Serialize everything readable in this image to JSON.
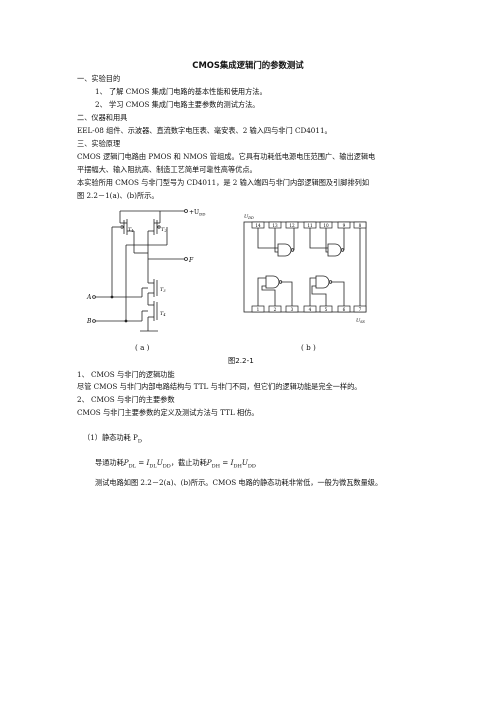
{
  "title": "CMOS集成逻辑门的参数测试",
  "sections": {
    "s1_heading": "一、实验目的",
    "s1_item1": "1、 了解 CMOS 集成门电路的基本性能和使用方法。",
    "s1_item2": "2、 学习 CMOS 集成门电路主要参数的测试方法。",
    "s2_heading": "二、仪器和用具",
    "s2_body": "EEL-08 组件、示波器、直流数字电压表、毫安表、2 输入四与非门 CD4011。",
    "s3_heading": "三、实验原理",
    "s3_p1_line1": "CMOS 逻辑门电路由 PMOS 和 NMOS 管组成。它具有功耗低电源电压范围广、输出逻辑电",
    "s3_p1_line2": "平摆幅大、输入阻抗高、制造工艺简单可靠性高等优点。",
    "s3_p2_line1": "本实验所用 CMOS 与非门型号为 CD4011，是 2 输入端四与非门内部逻辑图及引脚排列如",
    "s3_p2_line2": "图 2.2－1(a)、(b)所示。"
  },
  "figure": {
    "label_a": "( a )",
    "label_b": "( b )",
    "caption": "图2.2-1",
    "circuit_a": {
      "vdd": "+U",
      "vdd_sub": "DD",
      "output": "F",
      "input_a": "A",
      "input_b": "B",
      "t1": "T",
      "t1_sub": "1",
      "t2": "T",
      "t2_sub": "2",
      "t3": "T",
      "t3_sub": "3",
      "t4": "T",
      "t4_sub": "4"
    },
    "chip_b": {
      "vdd": "U",
      "vdd_sub": "DD",
      "vss": "U",
      "vss_sub": "SS",
      "top_pins": [
        "14",
        "13",
        "12",
        "11",
        "10",
        "9",
        "8"
      ],
      "bottom_pins": [
        "1",
        "2",
        "3",
        "4",
        "5",
        "6",
        "7"
      ]
    }
  },
  "after": {
    "item1_heading": "1、 CMOS 与非门的逻辑功能",
    "item1_body": "尽管 CMOS 与非门内部电路结构与 TTL 与非门不同，但它们的逻辑功能是完全一样的。",
    "item2_heading": "2、 CMOS 与非门的主要参数",
    "item2_body": "CMOS 与非门主要参数的定义及测试方法与 TTL 相仿。",
    "sub1_heading": "（1）静态功耗 P",
    "sub1_heading_sub": "D",
    "formula_prefix": "导通功耗",
    "formula_on": "P",
    "formula_on_sub": "DL",
    "formula_eq1": " = I",
    "formula_eq1_sub": "DL",
    "formula_u1": "U",
    "formula_u1_sub": "DD",
    "formula_sep": "，截止功耗",
    "formula_off": "P",
    "formula_off_sub": "DH",
    "formula_eq2": " = I",
    "formula_eq2_sub": "DH",
    "formula_u2": "U",
    "formula_u2_sub": "DD",
    "test_line": "测试电路如图 2.2－2(a)、(b)所示。CMOS 电路的静态功耗非常低，一般为微瓦数量级。"
  }
}
